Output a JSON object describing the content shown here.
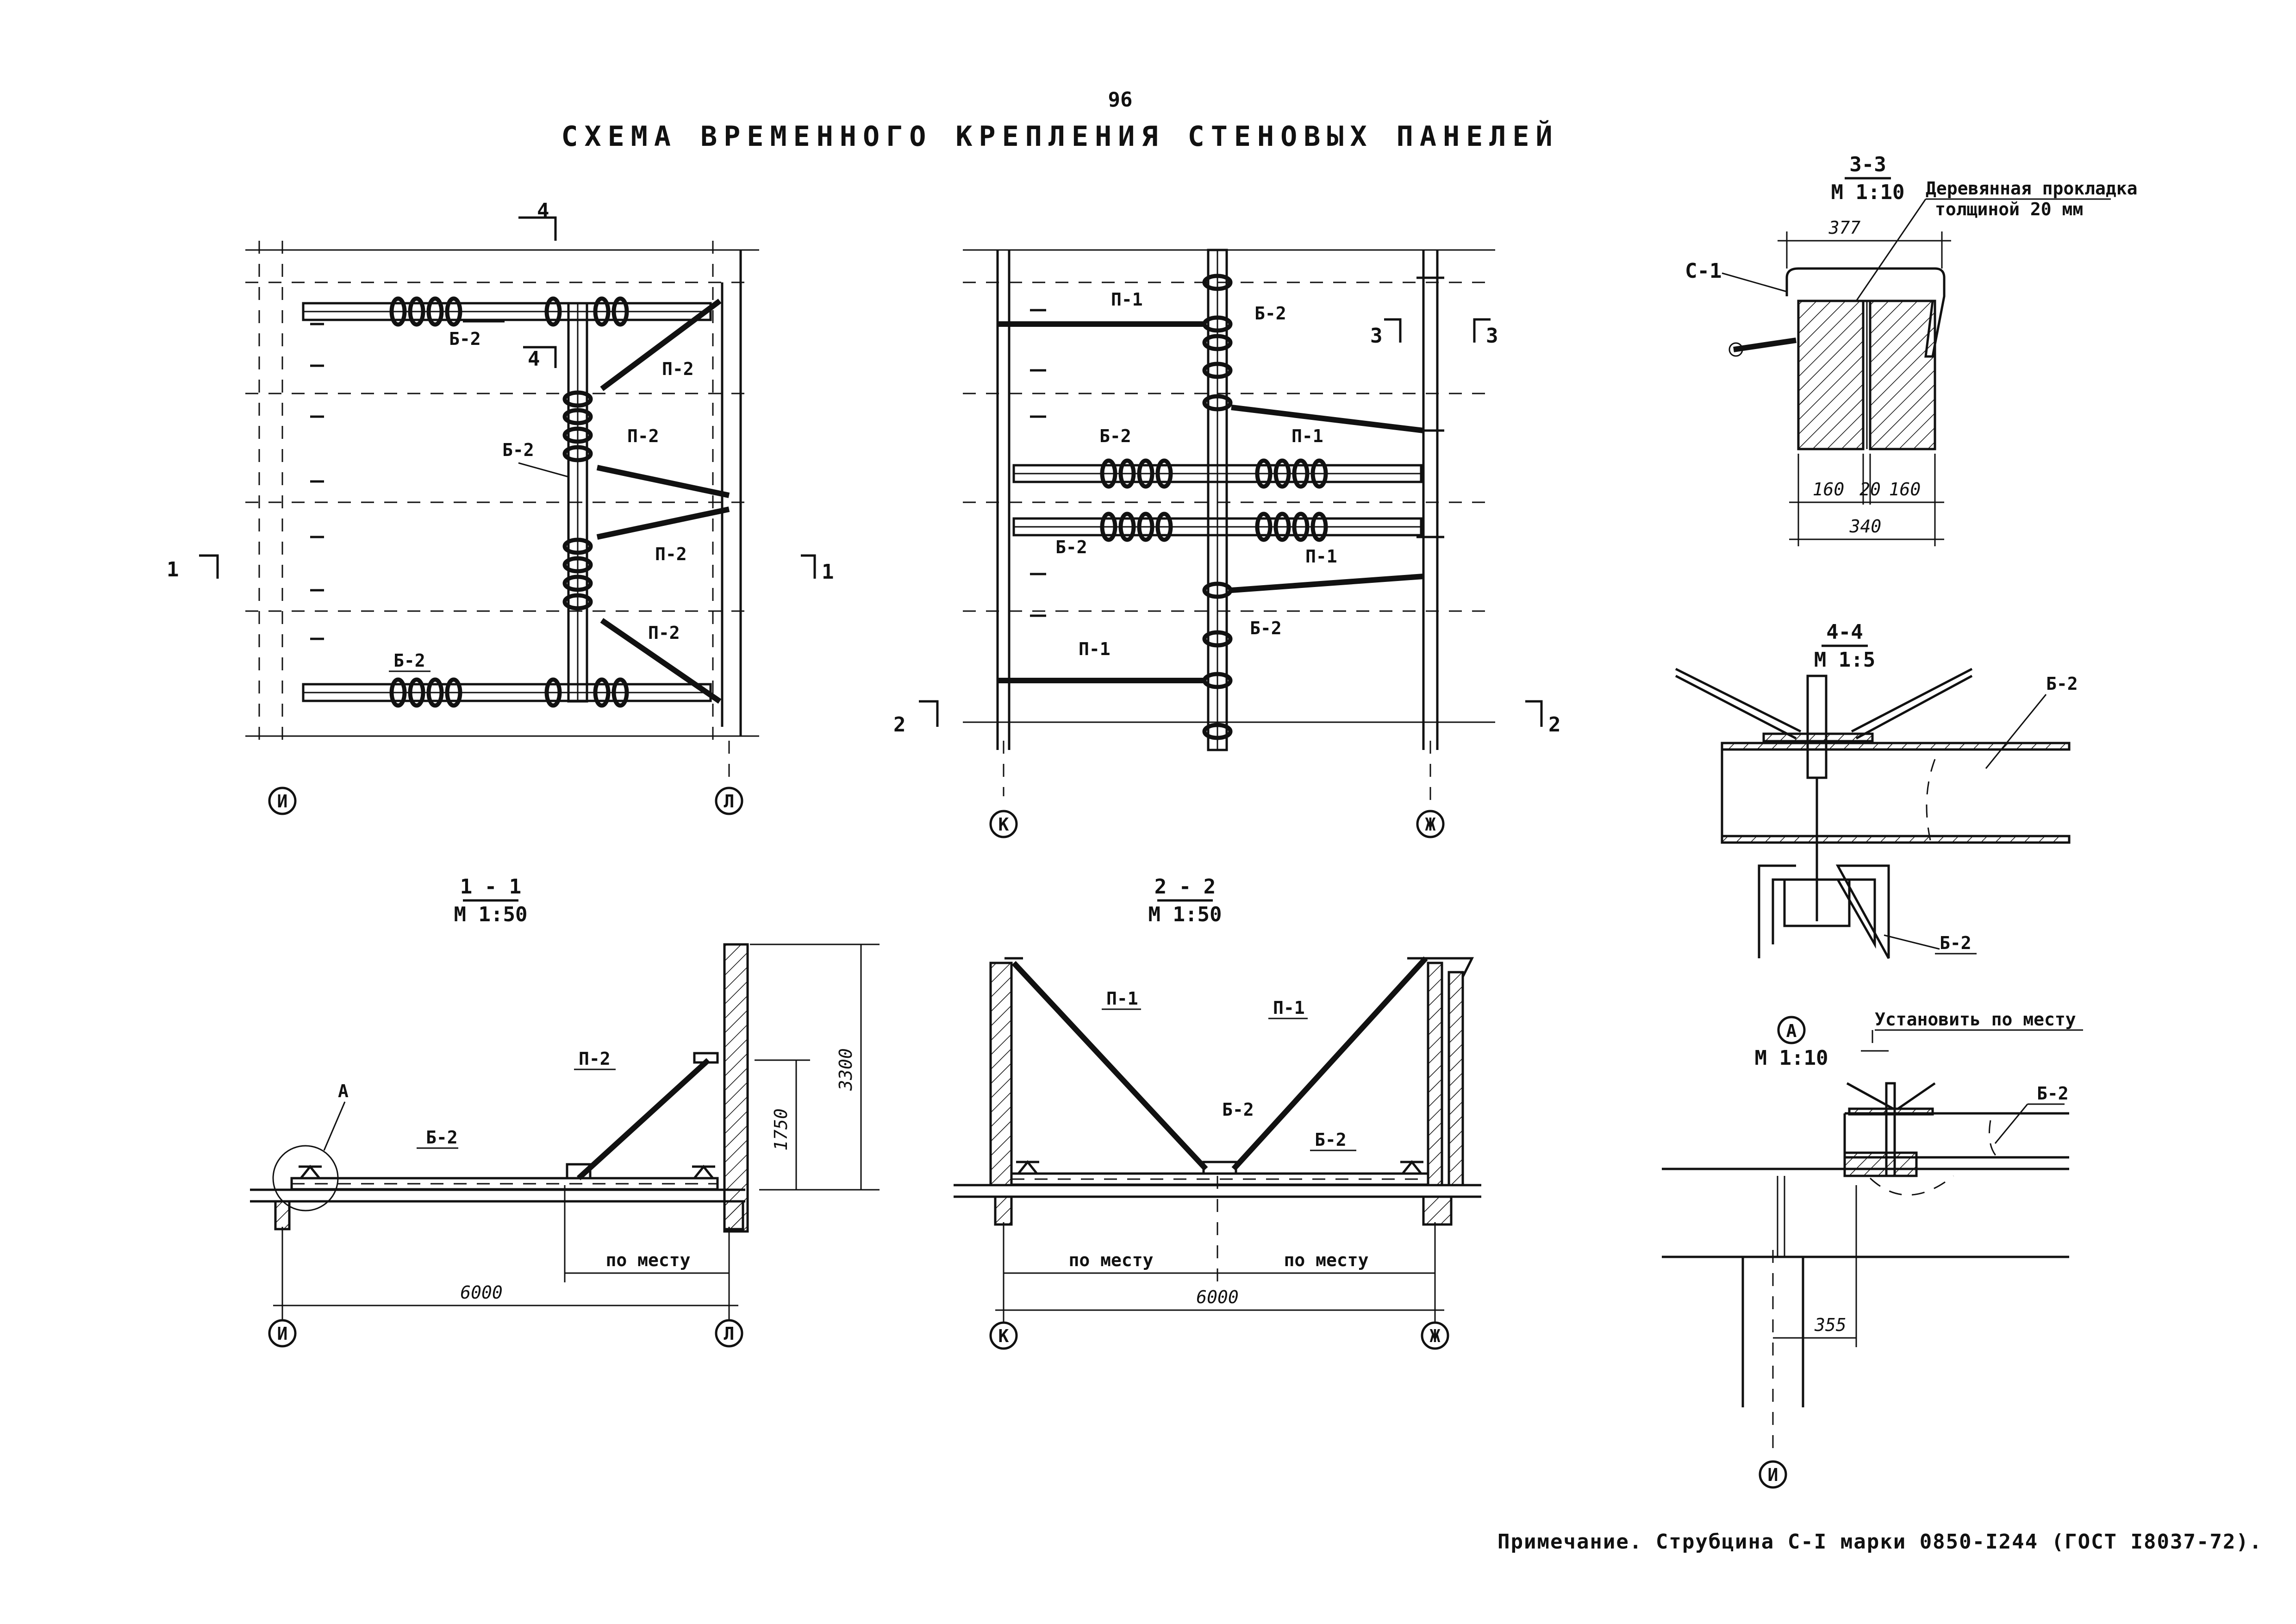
{
  "page_number": "96",
  "title": "СХЕМА ВРЕМЕННОГО КРЕПЛЕНИЯ СТЕНОВЫХ ПАНЕЛЕЙ",
  "note": "Примечание. Струбцина С-I марки 0850-I244 (ГОСТ I8037-72).",
  "plan_left": {
    "labels": {
      "b2_top": "Б-2",
      "b2_mid": "Б-2",
      "b2_bot": "Б-2",
      "p2_a": "П-2",
      "p2_b": "П-2",
      "p2_c": "П-2",
      "p2_d": "П-2"
    },
    "section_4": "4",
    "section_1": "1",
    "axis_left": "И",
    "axis_right": "Л"
  },
  "plan_right": {
    "labels": {
      "p1_a": "П-1",
      "p1_b": "П-1",
      "p1_c": "П-1",
      "p1_d": "П-1",
      "b2_a": "Б-2",
      "b2_b": "Б-2",
      "b2_c": "Б-2",
      "b2_d": "Б-2"
    },
    "section_3": "3",
    "section_2": "2",
    "axis_left": "К",
    "axis_right": "Ж"
  },
  "section_1_1": {
    "title": "1 - 1",
    "scale": "М 1:50",
    "labels": {
      "a": "А",
      "b2": "Б-2",
      "p2": "П-2",
      "po_mestu": "по месту"
    },
    "dims": {
      "span": "6000",
      "h1": "1750",
      "h2": "3300"
    },
    "axis_left": "И",
    "axis_right": "Л"
  },
  "section_2_2": {
    "title": "2 - 2",
    "scale": "М 1:50",
    "labels": {
      "p1_left": "П-1",
      "p1_right": "П-1",
      "b2_a": "Б-2",
      "b2_b": "Б-2",
      "po_mestu_1": "по месту",
      "po_mestu_2": "по месту"
    },
    "dims": {
      "span": "6000"
    },
    "axis_left": "К",
    "axis_right": "Ж"
  },
  "section_3_3": {
    "title": "3-3",
    "scale": "М 1:10",
    "labels": {
      "c1": "С-1",
      "pad_line1": "Деревянная прокладка",
      "pad_line2": "толщиной 20 мм"
    },
    "dims": {
      "top": "377",
      "d1": "160",
      "d2": "20",
      "d3": "160",
      "total": "340"
    }
  },
  "section_4_4": {
    "title": "4-4",
    "scale": "М 1:5",
    "labels": {
      "b2_top": "Б-2",
      "b2_bot": "Б-2"
    }
  },
  "detail_a": {
    "mark": "А",
    "scale": "М 1:10",
    "labels": {
      "install": "Установить по месту",
      "b2": "Б-2"
    },
    "dims": {
      "d": "355"
    },
    "axis": "И"
  }
}
